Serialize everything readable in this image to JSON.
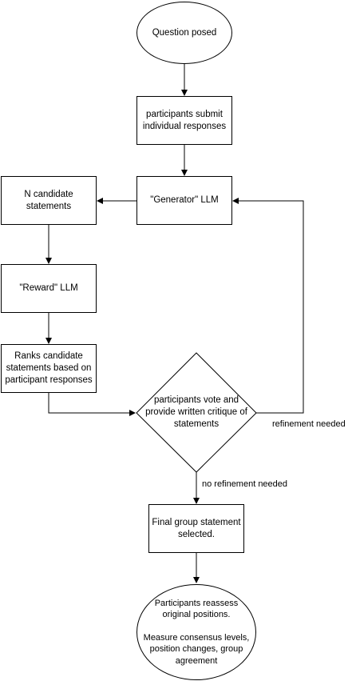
{
  "nodes": {
    "question": "Question posed",
    "submit": "participants submit\nindividual responses",
    "generator": "\"Generator\" LLM",
    "candidates": "N candidate\nstatements",
    "reward": "\"Reward\" LLM",
    "ranks": "Ranks candidate\nstatements based on\nparticipant responses",
    "vote": "participants vote and\nprovide written critique of\nstatements",
    "final": "Final group statement\nselected.",
    "reassess": "Participants reassess\noriginal positions.\n\nMeasure consensus levels,\nposition changes, group\nagreement"
  },
  "edges": {
    "refinement_needed": "refinement needed",
    "no_refinement_needed": "no refinement needed"
  }
}
